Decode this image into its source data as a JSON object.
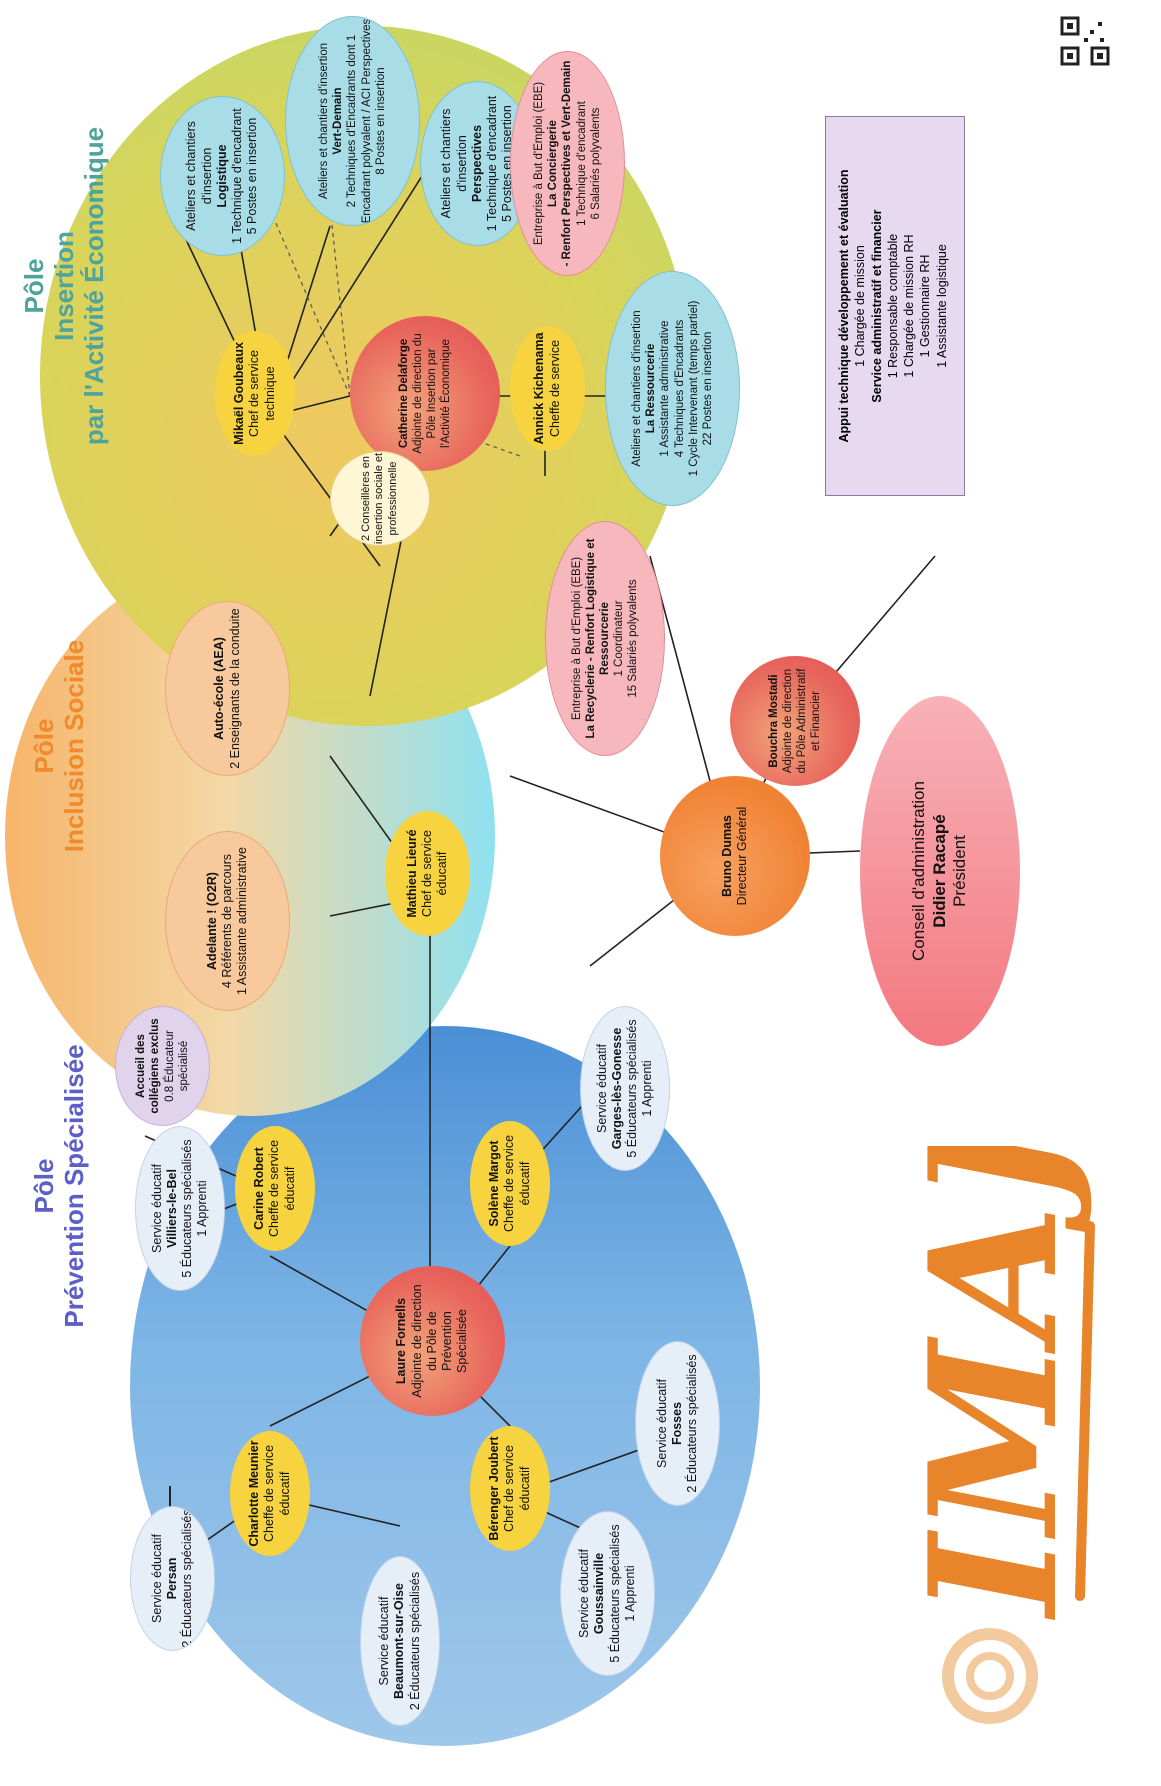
{
  "colors": {
    "prevention_pole": "#4a90d9",
    "inclusion_pole": "#f6b56a",
    "insertion_pole": "#b8d86b",
    "accent_yellow": "#f7d43f",
    "director_orange": "#f08233",
    "logo_orange": "#e8852b"
  },
  "poles": {
    "prevention": {
      "line1": "Pôle",
      "line2": "Prévention Spécialisée"
    },
    "inclusion": {
      "line1": "Pôle",
      "line2": "Inclusion Sociale"
    },
    "insertion": {
      "line1": "Pôle",
      "line2": "Insertion",
      "line3": "par l'Activité Économique"
    }
  },
  "direction": {
    "dg": {
      "name": "Bruno Dumas",
      "role": "Directeur Général"
    },
    "daf": {
      "name": "Bouchra Mostadi",
      "role": "Adjointe de direction du Pôle Administratif et Financier"
    },
    "ca": {
      "line1": "Conseil d'administration",
      "name": "Didier Racapé",
      "role": "Président"
    }
  },
  "appui": {
    "title": "Appui technique développement et évaluation",
    "line1": "1 Chargée de mission",
    "title2": "Service administratif et financier",
    "line2": "1 Responsable comptable",
    "line3": "1 Chargée de mission RH",
    "line4": "1 Gestionnaire RH",
    "line5": "1 Assistante logistique"
  },
  "prevention": {
    "adjointe": {
      "name": "Laure Fornells",
      "role": "Adjointe de direction du Pôle de Prévention Spécialisée"
    },
    "charlotte": {
      "name": "Charlotte Meunier",
      "role": "Cheffe de service éducatif"
    },
    "carine": {
      "name": "Carine Robert",
      "role": "Cheffe de service éducatif"
    },
    "berenger": {
      "name": "Bérenger Joubert",
      "role": "Chef de service éducatif"
    },
    "solene": {
      "name": "Solène Margot",
      "role": "Cheffe de service éducatif"
    },
    "persan": {
      "title": "Service éducatif",
      "city": "Persan",
      "staff": "2 Éducateurs spécialisés"
    },
    "beaumont": {
      "title": "Service éducatif",
      "city": "Beaumont-sur-Oise",
      "staff": "2 Éducateurs spécialisés"
    },
    "villiers": {
      "title": "Service éducatif",
      "city": "Villiers-le-Bel",
      "staff": "5 Éducateurs spécialisés",
      "staff2": "1 Apprenti"
    },
    "accueil": {
      "title": "Accueil des collégiens exclus",
      "staff": "0.8 Éducateur spécialisé"
    },
    "goussainville": {
      "title": "Service éducatif",
      "city": "Goussainville",
      "staff": "5 Éducateurs spécialisés",
      "staff2": "1 Apprenti"
    },
    "fosses": {
      "title": "Service éducatif",
      "city": "Fosses",
      "staff": "2 Éducateurs spécialisés"
    },
    "garges": {
      "title": "Service éducatif",
      "city": "Garges-lès-Gonesse",
      "staff": "5 Éducateurs spécialisés",
      "staff2": "1 Apprenti"
    }
  },
  "inclusion": {
    "mathieu": {
      "name": "Mathieu Lieuré",
      "role": "Chef de service éducatif"
    },
    "adelante": {
      "title": "Adelante ! (O2R)",
      "staff": "4 Référents de parcours",
      "staff2": "1 Assistante administrative"
    },
    "autoecole": {
      "title": "Auto-école (AEA)",
      "staff": "2 Enseignants de la conduite"
    }
  },
  "insertion": {
    "catherine": {
      "name": "Catherine Delaforge",
      "role": "Adjointe de direction du Pôle Insertion par l'Activité Économique"
    },
    "mikael": {
      "name": "Mikaël Goubeaux",
      "role": "Chef de service technique"
    },
    "annick": {
      "name": "Annick Kichenama",
      "role": "Cheffe de service"
    },
    "conseillers": {
      "text": "2 Conseillères en insertion sociale et professionnelle"
    },
    "logistique": {
      "title": "Ateliers et chantiers d'insertion",
      "name": "Logistique",
      "staff": "1 Technique d'encadrant",
      "staff2": "5 Postes en insertion"
    },
    "vertdemain": {
      "title": "Ateliers et chantiers d'insertion",
      "name": "Vert-Demain",
      "staff": "2 Techniques d'Encadrants dont 1 Encadrant polyvalent / ACI Perspectives",
      "staff2": "8 Postes en insertion"
    },
    "perspectives": {
      "title": "Ateliers et chantiers d'insertion",
      "name": "Perspectives",
      "staff": "1 Technique d'encadrant",
      "staff2": "5 Postes en insertion"
    },
    "conciergerie": {
      "title": "Entreprise à But d'Emploi (EBE)",
      "name": "La Conciergerie",
      "sub": "- Renfort Perspectives et Vert-Demain",
      "staff": "1 Technique d'encadrant",
      "staff2": "6 Salariés polyvalents"
    },
    "ressourcerie": {
      "title": "Ateliers et chantiers d'insertion",
      "name": "La Ressourcerie",
      "staff": "1 Assistante administrative",
      "staff2": "4 Techniques d'Encadrants",
      "staff3": "1 Cycle Intervenant (temps partiel)",
      "staff4": "22 Postes en insertion"
    },
    "recyclerie": {
      "title": "Entreprise à But d'Emploi (EBE)",
      "name": "La Recyclerie - Renfort Logistique et Ressourcerie",
      "staff": "1 Coordinateur",
      "staff2": "15 Salariés polyvalents"
    }
  },
  "logo": {
    "text": "IMAJ"
  }
}
